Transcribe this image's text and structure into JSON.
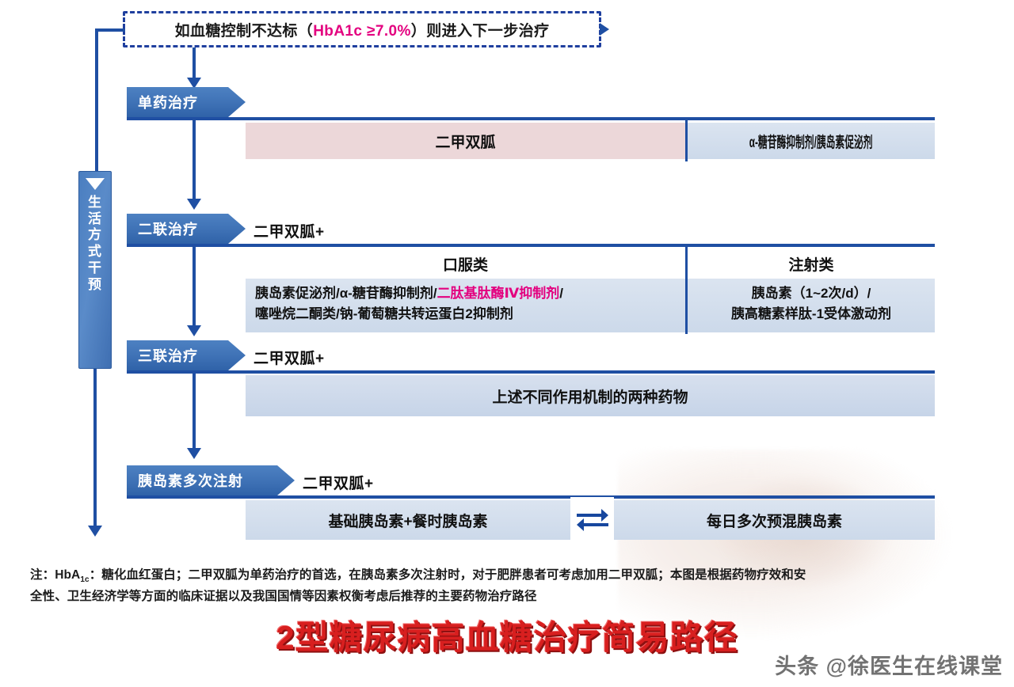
{
  "condition": {
    "prefix": "如血糖控制不达标（",
    "highlight": "HbA1c ≥7.0%",
    "suffix": "）则进入下一步治疗"
  },
  "lifestyle": {
    "label": "生活方式干预",
    "arrow_icon": "triangle-down-icon"
  },
  "stages": [
    {
      "tab": "单药治疗",
      "plus": "",
      "cells": [
        {
          "text": "二甲双胍",
          "style": "pink"
        },
        {
          "text": "α-糖苷酶抑制剂/胰岛素促泌剂",
          "style": "blue",
          "condensed": true
        }
      ]
    },
    {
      "tab": "二联治疗",
      "plus": "二甲双胍+",
      "columns": [
        {
          "header": "口服类"
        },
        {
          "header": "注射类"
        }
      ],
      "oral_lines": [
        {
          "plain1": "胰岛素促泌剂/α-糖苷酶抑制剂/",
          "highlight": "二肽基肽酶Ⅳ抑制剂",
          "plain2": "/"
        },
        {
          "plain1": "噻唑烷二酮类/钠-葡萄糖共转运蛋白2抑制剂",
          "highlight": "",
          "plain2": ""
        }
      ],
      "inject_lines": [
        "胰岛素（1~2次/d）/",
        "胰高糖素样肽-1受体激动剂"
      ]
    },
    {
      "tab": "三联治疗",
      "plus": "二甲双胍+",
      "cells": [
        {
          "text": "上述不同作用机制的两种药物",
          "style": "blue"
        }
      ]
    },
    {
      "tab": "胰岛素多次注射",
      "plus": "二甲双胍+",
      "cells": [
        {
          "text": "基础胰岛素+餐时胰岛素",
          "style": "blue"
        },
        {
          "text": "每日多次预混胰岛素",
          "style": "blue"
        }
      ],
      "exchange_icon": "exchange-arrows-icon"
    }
  ],
  "footnote": {
    "line1_a": "注：HbA",
    "line1_sub": "1c",
    "line1_b": "：糖化血红蛋白；二甲双胍为单药治疗的首选，在胰岛素多次注射时，对于肥胖患者可考虑加用二甲双胍；本图是根据药物疗效和安",
    "line2": "全性、卫生经济学等方面的临床证据以及我国国情等因素权衡考虑后推荐的主要药物治疗路径"
  },
  "title": "2型糖尿病高血糖治疗简易路径",
  "watermark": "头条 @徐医生在线课堂",
  "colors": {
    "accent_blue": "#1f4fa3",
    "tab_blue": "#3f72b6",
    "pink_cell": "#ecd7d9",
    "blue_cell": "#d2dcec",
    "highlight_pink": "#e3007f",
    "title_red": "#d81f1f"
  }
}
